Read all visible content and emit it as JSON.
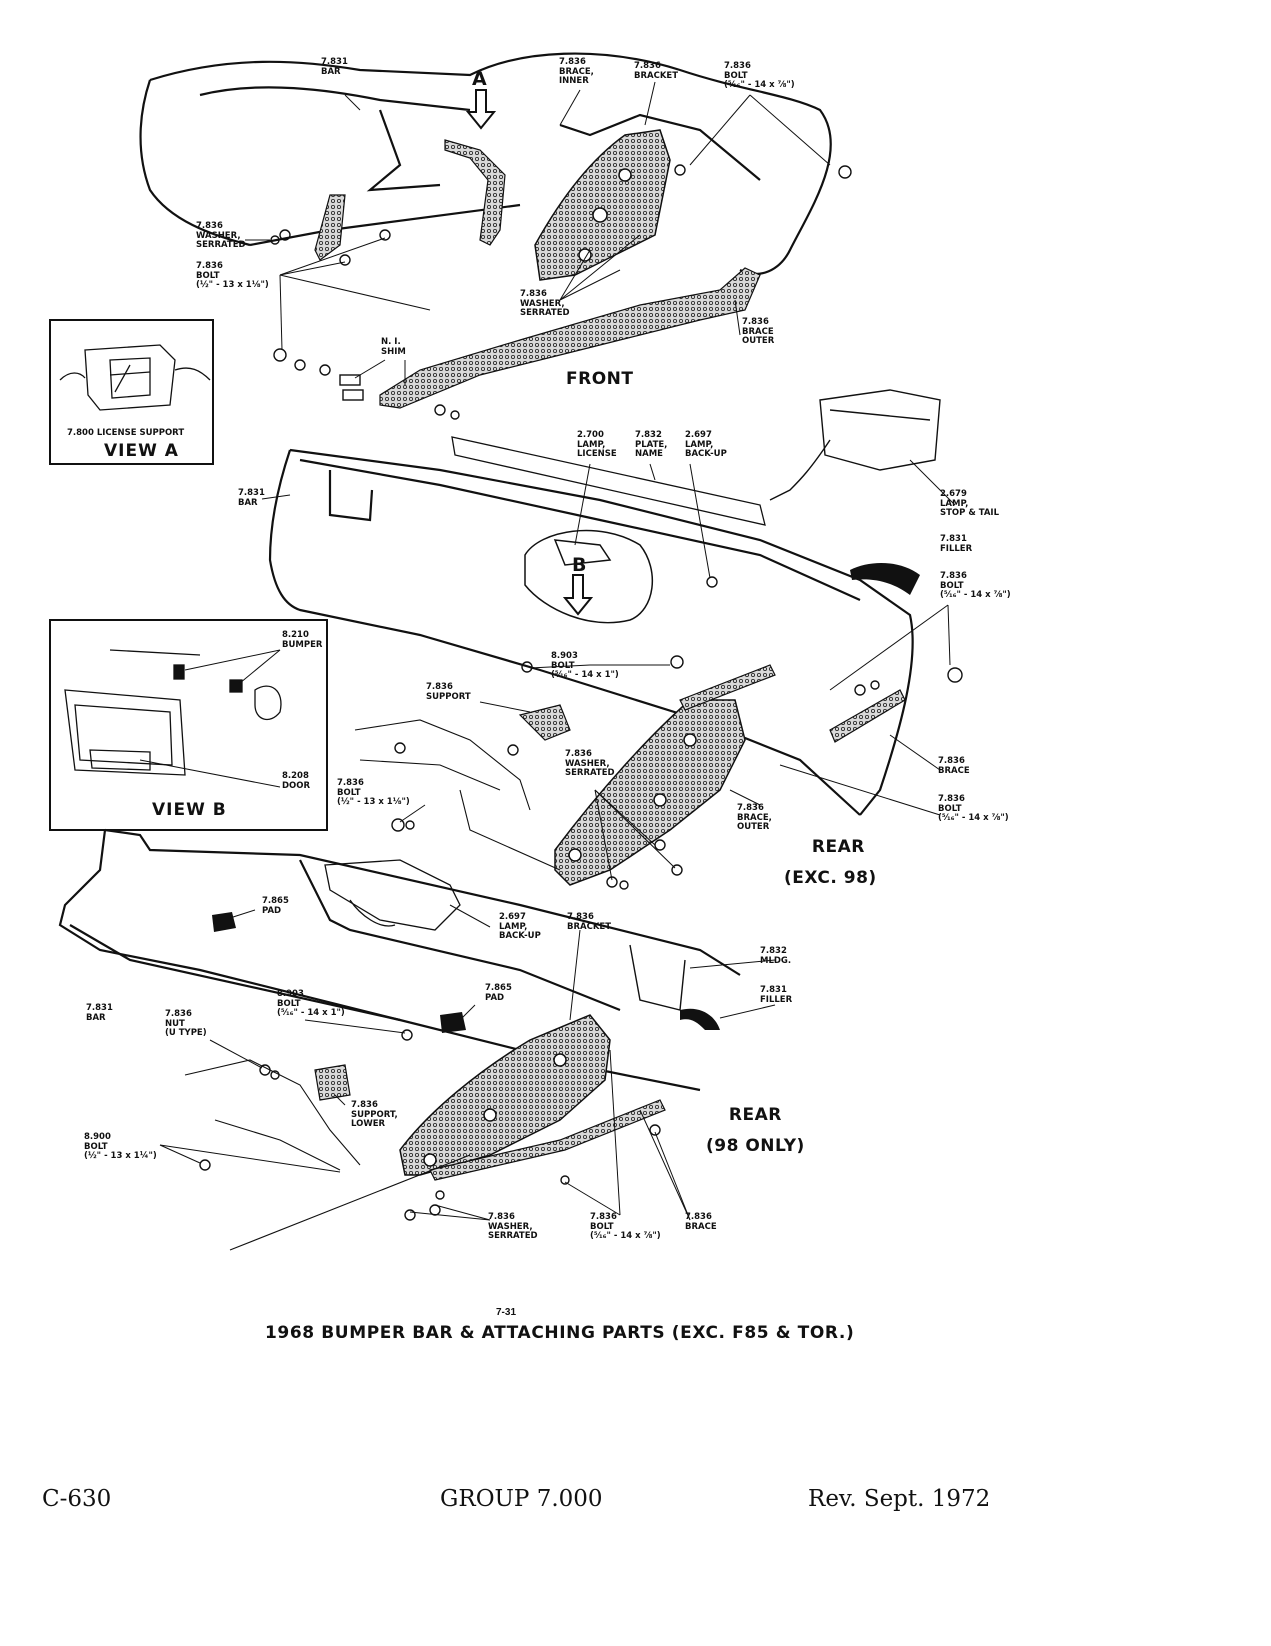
{
  "figure": {
    "number": "7-31",
    "caption": "1968 BUMPER BAR & ATTACHING PARTS (EXC. F85 & TOR.)"
  },
  "footer": {
    "left": "C-630",
    "center": "GROUP 7.000",
    "right": "Rev. Sept. 1972"
  },
  "sections": {
    "front": "FRONT",
    "rear_exc98_l1": "REAR",
    "rear_exc98_l2": "(EXC. 98)",
    "rear_98_l1": "REAR",
    "rear_98_l2": "(98 ONLY)",
    "view_a": "VIEW A",
    "view_b": "VIEW B",
    "arrow_a": "A",
    "arrow_b": "B"
  },
  "labels": {
    "f_bar": [
      "7.831",
      "BAR"
    ],
    "f_brace_inner": [
      "7.836",
      "BRACE,",
      "INNER"
    ],
    "f_bracket": [
      "7.836",
      "BRACKET"
    ],
    "f_bolt_a": [
      "7.836",
      "BOLT",
      "(⁵⁄₁₆\" - 14 x ⅞\")"
    ],
    "f_washer_a": [
      "7.836",
      "WASHER,",
      "SERRATED"
    ],
    "f_bolt_b": [
      "7.836",
      "BOLT",
      "(½\" - 13 x 1⅛\")"
    ],
    "f_washer_b": [
      "7.836",
      "WASHER,",
      "SERRATED"
    ],
    "f_brace_outer": [
      "7.836",
      "BRACE",
      "OUTER"
    ],
    "f_shim": [
      "N. I.",
      "SHIM"
    ],
    "va_license": [
      "7.800 LICENSE SUPPORT"
    ],
    "r_bar": [
      "7.831",
      "BAR"
    ],
    "r_lamp_license": [
      "2.700",
      "LAMP,",
      "LICENSE"
    ],
    "r_plate": [
      "7.832",
      "PLATE,",
      "NAME"
    ],
    "r_lamp_backup": [
      "2.697",
      "LAMP,",
      "BACK-UP"
    ],
    "r_lamp_stop": [
      "2.679",
      "LAMP,",
      "STOP & TAIL"
    ],
    "r_filler": [
      "7.831",
      "FILLER"
    ],
    "r_bolt_a": [
      "7.836",
      "BOLT",
      "(⁵⁄₁₆\" - 14 x ⅞\")"
    ],
    "vb_bumper": [
      "8.210",
      "BUMPER"
    ],
    "vb_door": [
      "8.208",
      "DOOR"
    ],
    "r_bolt_8903": [
      "8.903",
      "BOLT",
      "(⁵⁄₁₆\" - 14 x 1\")"
    ],
    "r_support": [
      "7.836",
      "SUPPORT"
    ],
    "r_washer": [
      "7.836",
      "WASHER,",
      "SERRATED"
    ],
    "r_bolt_b": [
      "7.836",
      "BOLT",
      "(½\" - 13 x 1⅛\")"
    ],
    "r_brace_outer": [
      "7.836",
      "BRACE,",
      "OUTER"
    ],
    "r_brace": [
      "7.836",
      "BRACE"
    ],
    "r_bolt_c": [
      "7.836",
      "BOLT",
      "(⁵⁄₁₆\" - 14 x ⅞\")"
    ],
    "s_pad_a": [
      "7.865",
      "PAD"
    ],
    "s_lamp_backup": [
      "2.697",
      "LAMP,",
      "BACK-UP"
    ],
    "s_bracket": [
      "7.836",
      "BRACKET"
    ],
    "s_mldg": [
      "7.832",
      "MLDG."
    ],
    "s_filler": [
      "7.831",
      "FILLER"
    ],
    "s_bar": [
      "7.831",
      "BAR"
    ],
    "s_bolt_8903": [
      "8.903",
      "BOLT",
      "(⁵⁄₁₆\" - 14 x 1\")"
    ],
    "s_pad_b": [
      "7.865",
      "PAD"
    ],
    "s_nut": [
      "7.836",
      "NUT",
      "(U TYPE)"
    ],
    "s_support_lower": [
      "7.836",
      "SUPPORT,",
      "LOWER"
    ],
    "s_bolt_8900": [
      "8.900",
      "BOLT",
      "(½\" - 13 x 1¼\")"
    ],
    "s_washer": [
      "7.836",
      "WASHER,",
      "SERRATED"
    ],
    "s_bolt_d": [
      "7.836",
      "BOLT",
      "(⁵⁄₁₆\" - 14 x ⅞\")"
    ],
    "s_brace": [
      "7.836",
      "BRACE"
    ]
  }
}
